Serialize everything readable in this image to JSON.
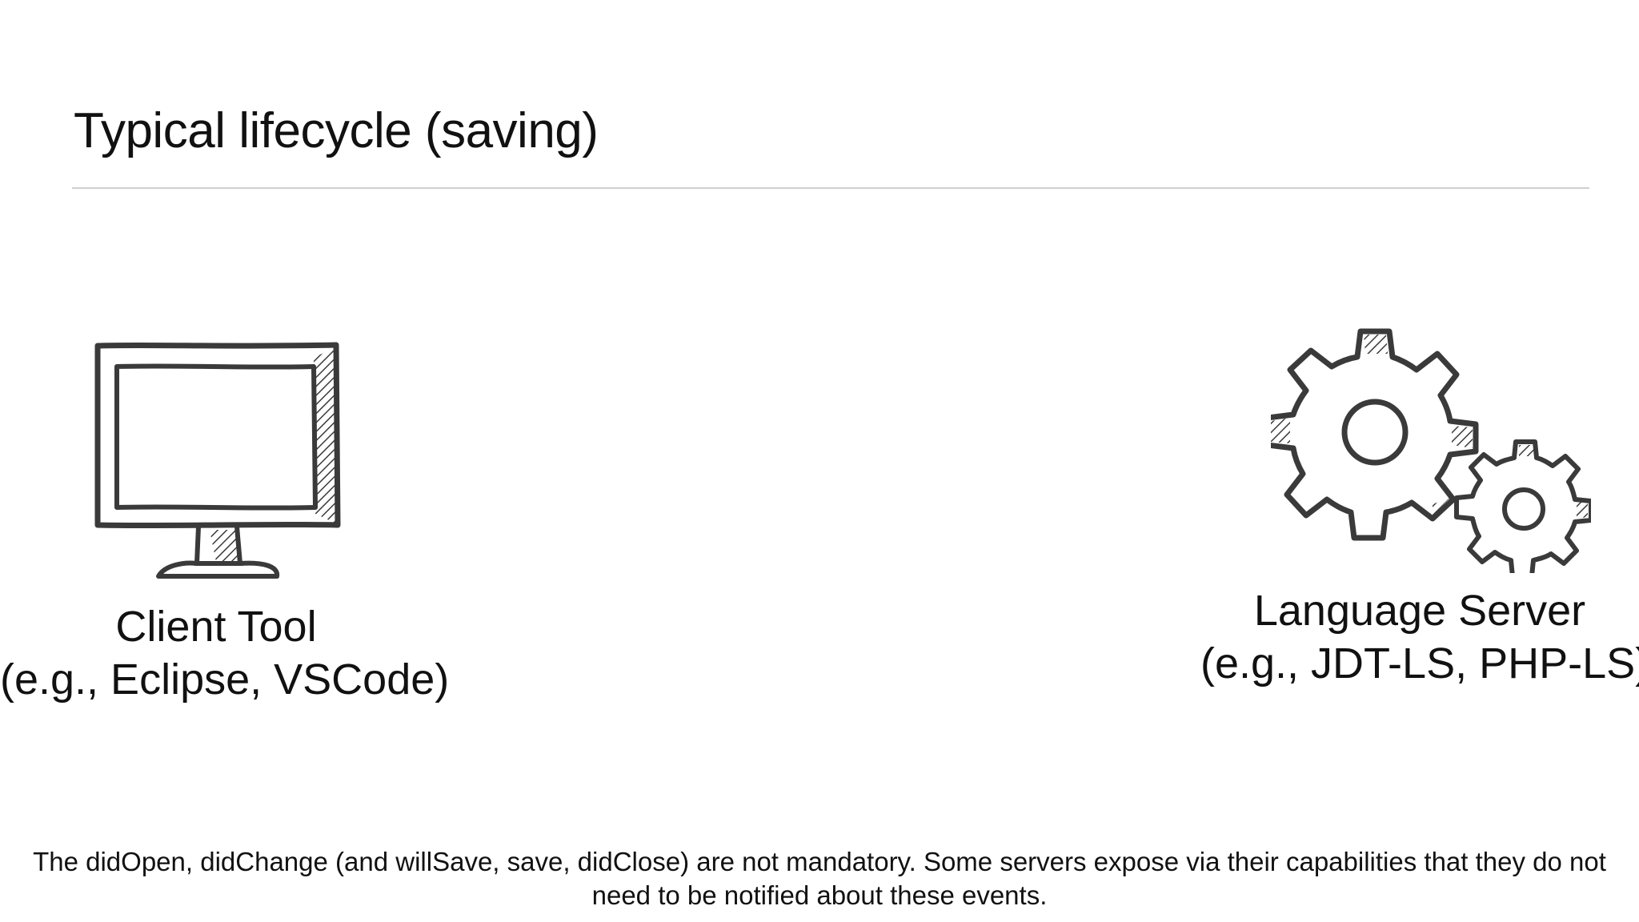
{
  "slide": {
    "title": "Typical lifecycle (saving)"
  },
  "client": {
    "icon": "monitor-icon",
    "name": "Client Tool",
    "examples": "(e.g., Eclipse, VSCode)"
  },
  "server": {
    "icon": "gears-icon",
    "name": "Language Server",
    "examples": "(e.g., JDT-LS, PHP-LS)"
  },
  "footnote": {
    "line1": "The didOpen, didChange (and willSave, save, didClose) are not mandatory. Some servers expose via their capabilities that they do not",
    "line2": "need to be notified about these events."
  },
  "colors": {
    "ink": "#111111",
    "sketch": "#3a3a3a",
    "rule": "#cfcfcf"
  }
}
